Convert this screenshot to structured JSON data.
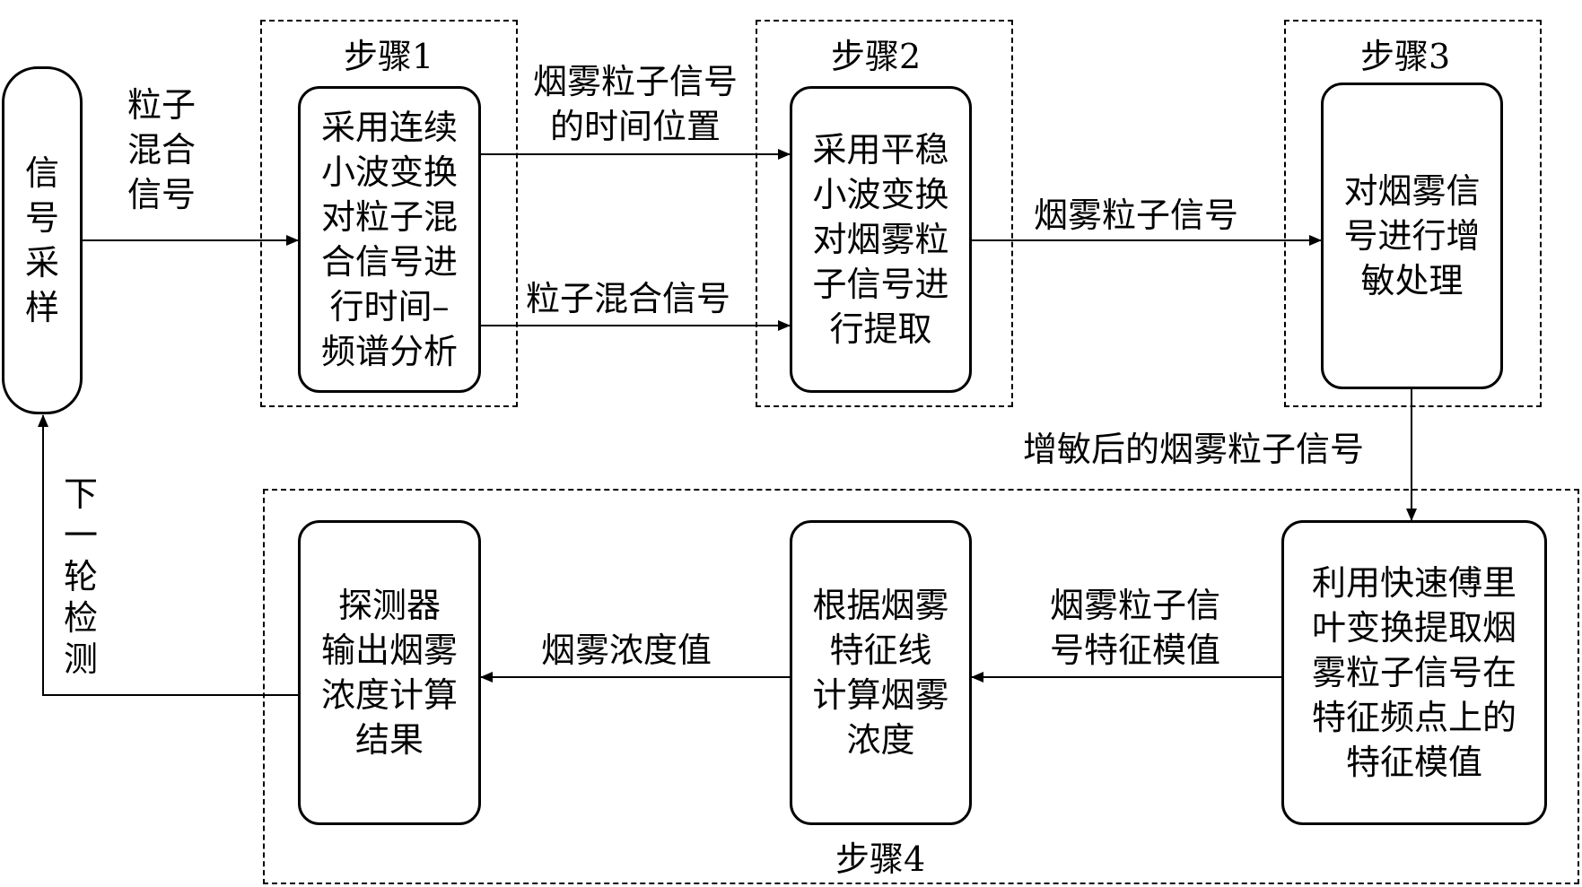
{
  "steps": {
    "step1": "步骤1",
    "step2": "步骤2",
    "step3": "步骤3",
    "step4": "步骤4"
  },
  "nodes": {
    "sampling": [
      "信",
      "号",
      "采",
      "样"
    ],
    "step1_box": [
      "采用连续",
      "小波变换",
      "对粒子混",
      "合信号进",
      "行时间–",
      "频谱分析"
    ],
    "step2_box": [
      "采用平稳",
      "小波变换",
      "对烟雾粒",
      "子信号进",
      "行提取"
    ],
    "step3_box": [
      "对烟雾信",
      "号进行增",
      "敏处理"
    ],
    "fft_box": [
      "利用快速傅里",
      "叶变换提取烟",
      "雾粒子信号在",
      "特征频点上的",
      "特征模值"
    ],
    "calc_box": [
      "根据烟雾",
      "特征线",
      "计算烟雾",
      "浓度"
    ],
    "output_box": [
      "探测器",
      "输出烟雾",
      "浓度计算",
      "结果"
    ]
  },
  "edges": {
    "mixed_signal_in": [
      "粒子",
      "混合",
      "信号"
    ],
    "time_position": [
      "烟雾粒子信号",
      "的时间位置"
    ],
    "mixed_signal": "粒子混合信号",
    "smoke_signal": "烟雾粒子信号",
    "enhanced_signal": "增敏后的烟雾粒子信号",
    "feature_mod": [
      "烟雾粒子信",
      "号特征模值"
    ],
    "concentration": "烟雾浓度值",
    "next_round": [
      "下",
      "一",
      "轮",
      "检",
      "测"
    ]
  }
}
